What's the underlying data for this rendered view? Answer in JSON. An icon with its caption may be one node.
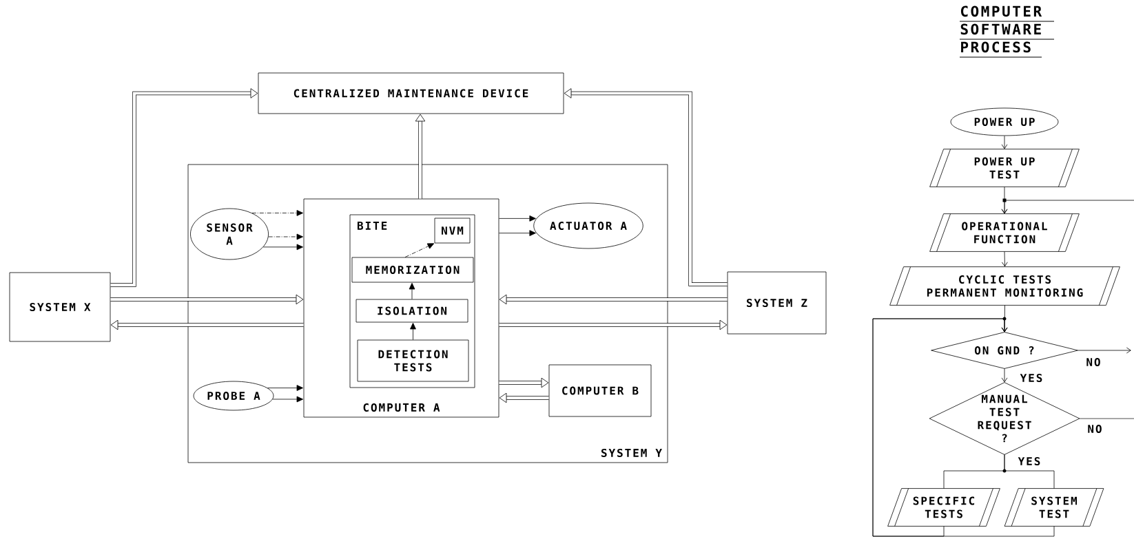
{
  "diagram": {
    "nodes": [
      {
        "text": [
          "CENTRALIZED MAINTENANCE DEVICE"
        ]
      },
      {
        "text": [
          "SYSTEM X"
        ]
      },
      {
        "text": [
          "SYSTEM Y"
        ]
      },
      {
        "text": [
          "SENSOR A"
        ],
        "in": 2
      },
      {
        "text": [
          "COMPUTER A"
        ],
        "in": 2
      },
      {
        "text": [
          "BITE"
        ],
        "in": 4
      },
      {
        "text": [
          "NVM"
        ],
        "in": 5
      },
      {
        "text": [
          "MEMORIZATION"
        ],
        "in": 5
      },
      {
        "text": [
          "ISOLATION"
        ],
        "in": 5
      },
      {
        "text": [
          "DETECTION TESTS"
        ],
        "in": 5
      },
      {
        "text": [
          "ACTUATOR A"
        ],
        "in": 2
      },
      {
        "text": [
          "PROBE A"
        ],
        "in": 2
      },
      {
        "text": [
          "COMPUTER B"
        ],
        "in": 2
      },
      {
        "text": [
          "SYSTEM Z"
        ]
      },
      {
        "text": [
          "POWER UP"
        ]
      },
      {
        "text": [
          "POWER UP TEST"
        ]
      },
      {
        "text": [
          "OPERATIONAL FUNCTION"
        ]
      },
      {
        "text": [
          "CYCLIC TESTS PERMANENT MONITORING"
        ]
      },
      {
        "text": [
          "ON GND ?"
        ]
      },
      {
        "text": [
          "MANUAL TEST REQUEST ?"
        ]
      },
      {
        "text": [
          "SPECIFIC TESTS"
        ]
      },
      {
        "text": [
          "SYSTEM TEST"
        ]
      }
    ],
    "edges": [
      {
        "from": 1,
        "to": 0,
        "arrow": "to",
        "style": "thick"
      },
      {
        "from": 13,
        "to": 0,
        "arrow": "to",
        "style": "thick"
      },
      {
        "from": 4,
        "to": 0,
        "arrow": "to",
        "style": "thick"
      },
      {
        "from": 1,
        "to": 4,
        "arrow": "to",
        "style": "thick"
      },
      {
        "from": 4,
        "to": 1,
        "arrow": "to",
        "style": "thick"
      },
      {
        "from": 13,
        "to": 4,
        "arrow": "to",
        "style": "thick"
      },
      {
        "from": 4,
        "to": 13,
        "arrow": "to",
        "style": "thick"
      },
      {
        "from": 3,
        "to": 4,
        "arrow": "to",
        "style": "dashed"
      },
      {
        "from": 3,
        "to": 4,
        "arrow": "to",
        "style": "dashed"
      },
      {
        "from": 3,
        "to": 4,
        "arrow": "to"
      },
      {
        "from": 4,
        "to": 10,
        "arrow": "to"
      },
      {
        "from": 4,
        "to": 10,
        "arrow": "to"
      },
      {
        "from": 11,
        "to": 4,
        "arrow": "to"
      },
      {
        "from": 11,
        "to": 4,
        "arrow": "to"
      },
      {
        "from": 7,
        "to": 6,
        "arrow": "to",
        "style": "dashed"
      },
      {
        "from": 8,
        "to": 7,
        "arrow": "to"
      },
      {
        "from": 9,
        "to": 8,
        "arrow": "to"
      },
      {
        "from": 4,
        "to": 12,
        "arrow": "to",
        "style": "thick"
      },
      {
        "from": 12,
        "to": 4,
        "arrow": "to",
        "style": "thick"
      },
      {
        "from": 14,
        "to": 15,
        "arrow": "to"
      },
      {
        "from": 15,
        "to": 16,
        "arrow": "to"
      },
      {
        "from": null,
        "to": 16,
        "arrow": "to"
      },
      {
        "from": 16,
        "to": 17,
        "arrow": "to"
      },
      {
        "from": 17,
        "to": 18,
        "arrow": "to"
      },
      {
        "from": 18,
        "to": null,
        "arrow": "to",
        "label": "NO"
      },
      {
        "from": 18,
        "to": 19,
        "arrow": "to",
        "label": "YES"
      },
      {
        "from": 19,
        "to": null,
        "arrow": "none",
        "label": "NO"
      },
      {
        "from": 19,
        "to": 20,
        "arrow": "none",
        "label": "YES"
      },
      {
        "from": 19,
        "to": 21,
        "arrow": "none"
      },
      {
        "from": 20,
        "to": 18,
        "arrow": "to"
      },
      {
        "from": 21,
        "to": 18,
        "arrow": "to"
      }
    ],
    "labels": [
      "COMPUTER SOFTWARE PROCESS"
    ]
  }
}
